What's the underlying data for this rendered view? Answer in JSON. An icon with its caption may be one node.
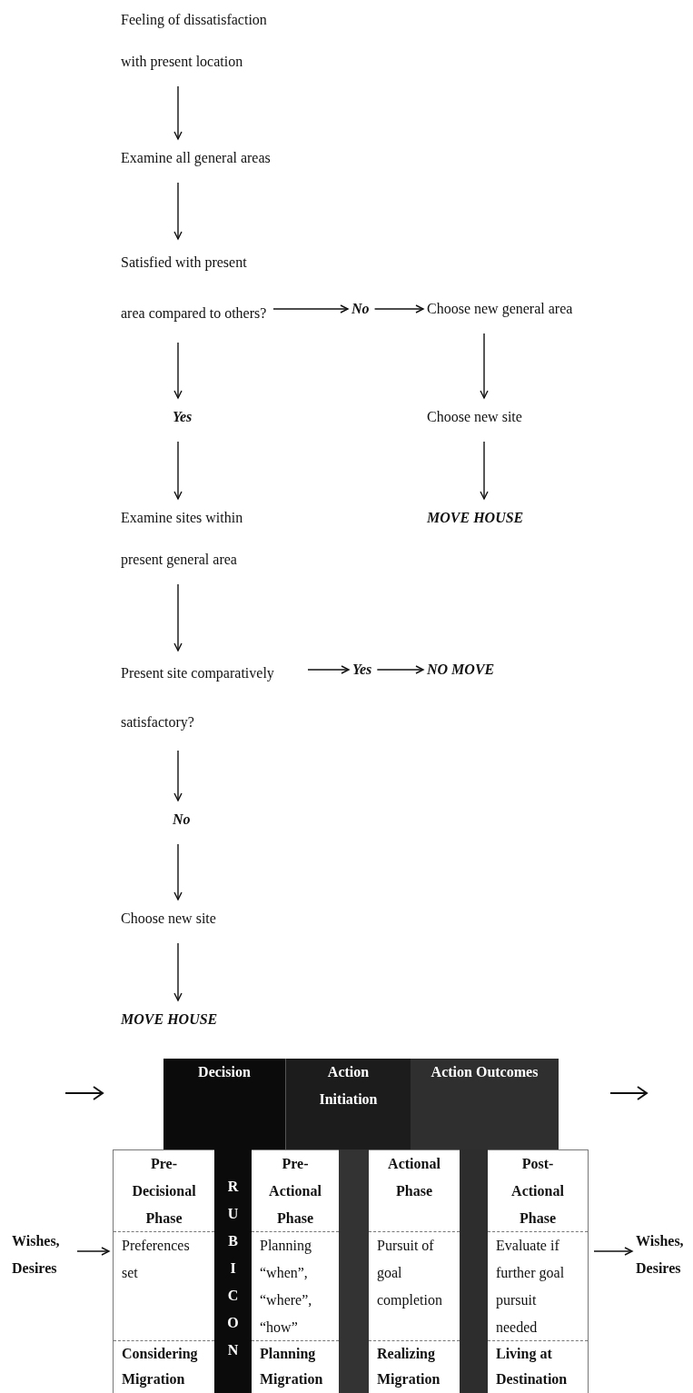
{
  "diagram": {
    "nodes": [
      {
        "text": [
          "Feeling of dissatisfaction with present location"
        ]
      },
      {
        "text": [
          "Examine all general areas"
        ]
      },
      {
        "text": [
          "Satisfied with present area compared to others?"
        ]
      },
      {
        "text": [
          "No"
        ]
      },
      {
        "text": [
          "Choose new general area"
        ]
      },
      {
        "text": [
          "Yes"
        ]
      },
      {
        "text": [
          "Choose new site"
        ]
      },
      {
        "text": [
          "Examine sites within present general area"
        ]
      },
      {
        "text": [
          "MOVE HOUSE"
        ]
      },
      {
        "text": [
          "Present site comparatively satisfactory?"
        ]
      },
      {
        "text": [
          "Yes"
        ]
      },
      {
        "text": [
          "NO MOVE"
        ]
      },
      {
        "text": [
          "No"
        ]
      },
      {
        "text": [
          "Choose new site"
        ]
      },
      {
        "text": [
          "MOVE HOUSE"
        ]
      },
      {
        "text": [
          "Decision"
        ]
      },
      {
        "text": [
          "Action Initiation"
        ]
      },
      {
        "text": [
          "Action Outcomes"
        ]
      },
      {
        "text": [
          "Wishes, Desires"
        ]
      },
      {
        "text": [
          "Pre- Decisional Phase",
          "Preferences set",
          "Considering Migration"
        ]
      },
      {
        "text": [
          "RUBICON"
        ]
      },
      {
        "text": [
          "Pre- Actional Phase",
          "Planning “when”, “where”, “how”",
          "Planning Migration"
        ]
      },
      {
        "text": [],
        "shape": "bar"
      },
      {
        "text": [
          "Actional Phase",
          "Pursuit of goal completion",
          "Realizing Migration"
        ]
      },
      {
        "text": [],
        "shape": "bar"
      },
      {
        "text": [
          "Post- Actional Phase",
          "Evaluate if further goal pursuit needed",
          "Living at Destination"
        ]
      },
      {
        "text": [
          "Wishes, Desires"
        ]
      }
    ],
    "edges": [
      {
        "from": 0,
        "to": 1,
        "arrow": "to"
      },
      {
        "from": 1,
        "to": 2,
        "arrow": "to"
      },
      {
        "from": 2,
        "to": 3,
        "arrow": "to"
      },
      {
        "from": 3,
        "to": 4,
        "arrow": "to"
      },
      {
        "from": 2,
        "to": 5,
        "arrow": "to"
      },
      {
        "from": 4,
        "to": 6,
        "arrow": "to"
      },
      {
        "from": 5,
        "to": 7,
        "arrow": "to"
      },
      {
        "from": 6,
        "to": 8,
        "arrow": "to"
      },
      {
        "from": 7,
        "to": 9,
        "arrow": "to"
      },
      {
        "from": 9,
        "to": 10,
        "arrow": "to"
      },
      {
        "from": 10,
        "to": 11,
        "arrow": "to"
      },
      {
        "from": 9,
        "to": 12,
        "arrow": "to"
      },
      {
        "from": 12,
        "to": 13,
        "arrow": "to"
      },
      {
        "from": 13,
        "to": 14,
        "arrow": "to"
      },
      {
        "from": 18,
        "to": 19,
        "arrow": "to"
      },
      {
        "from": 25,
        "to": 26,
        "arrow": "to"
      }
    ]
  }
}
